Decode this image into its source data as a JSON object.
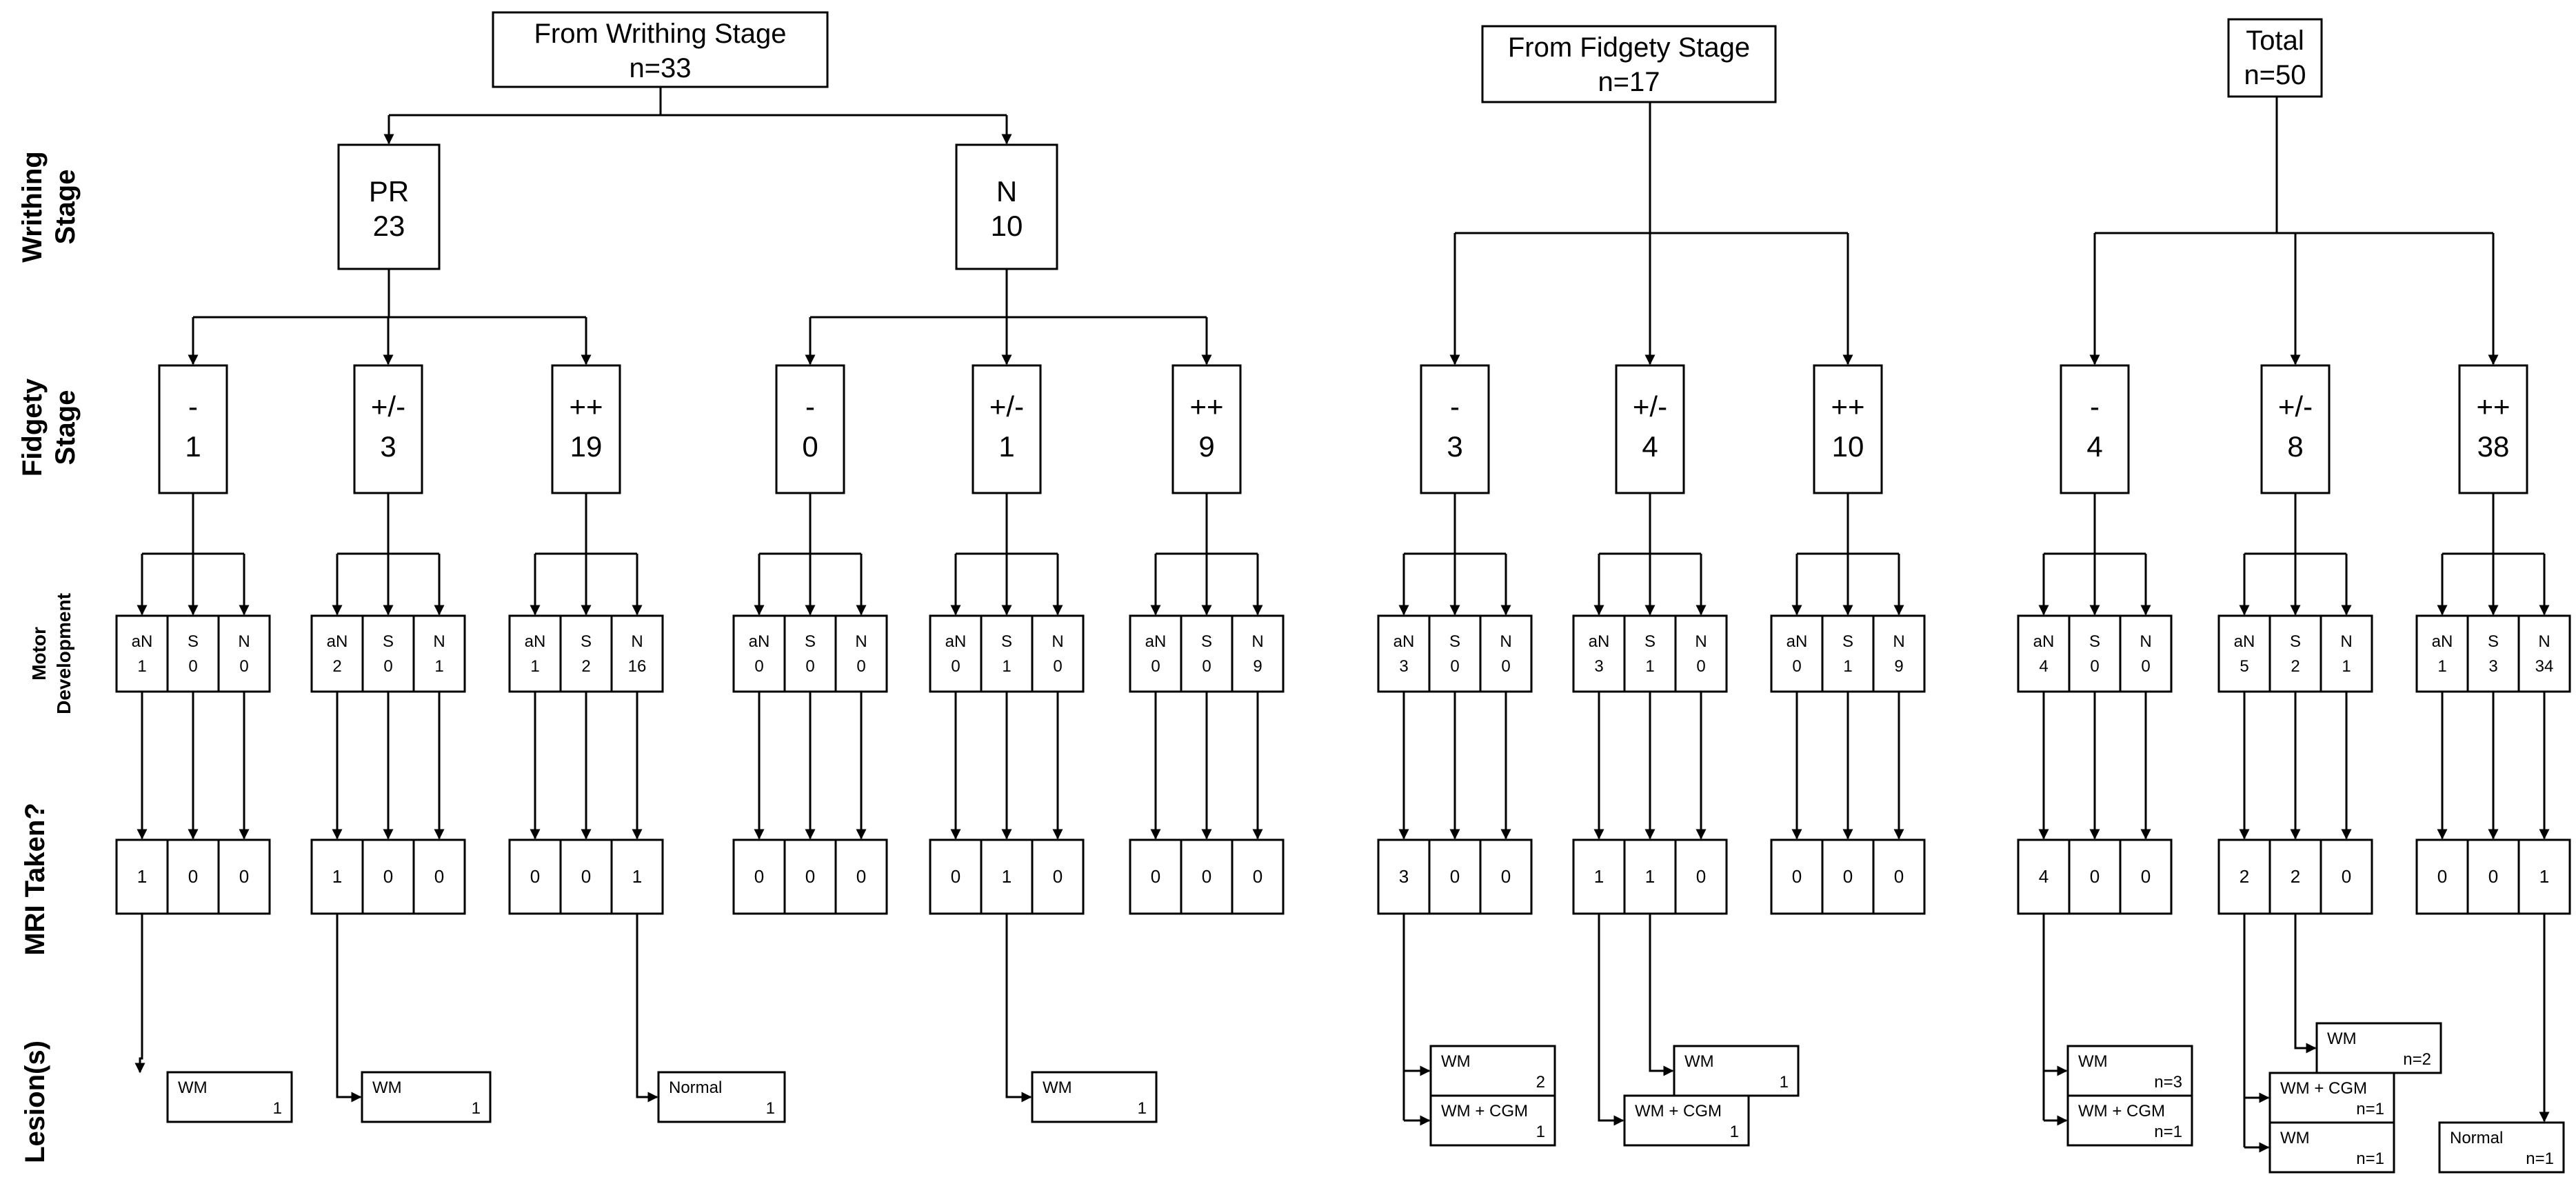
{
  "row_labels": {
    "writhing": [
      "Writhing",
      "Stage"
    ],
    "fidgety": [
      "Fidgety",
      "Stage"
    ],
    "motor": [
      "Motor",
      "Development"
    ],
    "mri": "MRI Taken?",
    "lesions": "Lesion(s)"
  },
  "roots": [
    {
      "lines": [
        "From Writhing Stage",
        "n=33"
      ]
    },
    {
      "lines": [
        "From Fidgety Stage",
        "n=17"
      ]
    },
    {
      "lines": [
        "Total",
        "n=50"
      ]
    }
  ],
  "writhing": [
    {
      "label": "PR",
      "value": "23"
    },
    {
      "label": "N",
      "value": "10"
    }
  ],
  "fidgety": [
    {
      "label": "-",
      "value": "1"
    },
    {
      "label": "+/-",
      "value": "3"
    },
    {
      "label": "++",
      "value": "19"
    },
    {
      "label": "-",
      "value": "0"
    },
    {
      "label": "+/-",
      "value": "1"
    },
    {
      "label": "++",
      "value": "9"
    },
    {
      "label": "-",
      "value": "3"
    },
    {
      "label": "+/-",
      "value": "4"
    },
    {
      "label": "++",
      "value": "10"
    },
    {
      "label": "-",
      "value": "4"
    },
    {
      "label": "+/-",
      "value": "8"
    },
    {
      "label": "++",
      "value": "38"
    }
  ],
  "motor_headers": [
    "aN",
    "S",
    "N"
  ],
  "motor": [
    [
      "1",
      "0",
      "0"
    ],
    [
      "2",
      "0",
      "1"
    ],
    [
      "1",
      "2",
      "16"
    ],
    [
      "0",
      "0",
      "0"
    ],
    [
      "0",
      "1",
      "0"
    ],
    [
      "0",
      "0",
      "9"
    ],
    [
      "3",
      "0",
      "0"
    ],
    [
      "3",
      "1",
      "0"
    ],
    [
      "0",
      "1",
      "9"
    ],
    [
      "4",
      "0",
      "0"
    ],
    [
      "5",
      "2",
      "1"
    ],
    [
      "1",
      "3",
      "34"
    ]
  ],
  "mri": [
    [
      "1",
      "0",
      "0"
    ],
    [
      "1",
      "0",
      "0"
    ],
    [
      "0",
      "0",
      "1"
    ],
    [
      "0",
      "0",
      "0"
    ],
    [
      "0",
      "1",
      "0"
    ],
    [
      "0",
      "0",
      "0"
    ],
    [
      "3",
      "0",
      "0"
    ],
    [
      "1",
      "1",
      "0"
    ],
    [
      "0",
      "0",
      "0"
    ],
    [
      "4",
      "0",
      "0"
    ],
    [
      "2",
      "2",
      "0"
    ],
    [
      "0",
      "0",
      "1"
    ]
  ],
  "lesions": [
    {
      "label": "WM",
      "count": "1"
    },
    {
      "label": "WM",
      "count": "1"
    },
    {
      "label": "Normal",
      "count": "1"
    },
    {
      "label": "WM",
      "count": "1"
    },
    {
      "label": "WM",
      "count": "2"
    },
    {
      "label": "WM + CGM",
      "count": "1"
    },
    {
      "label": "WM",
      "count": "1"
    },
    {
      "label": "WM + CGM",
      "count": "1"
    },
    {
      "label": "WM",
      "count": "n=3"
    },
    {
      "label": "WM + CGM",
      "count": "n=1"
    },
    {
      "label": "WM",
      "count": "n=2"
    },
    {
      "label": "WM + CGM",
      "count": "n=1"
    },
    {
      "label": "WM",
      "count": "n=1"
    },
    {
      "label": "Normal",
      "count": "n=1"
    }
  ]
}
